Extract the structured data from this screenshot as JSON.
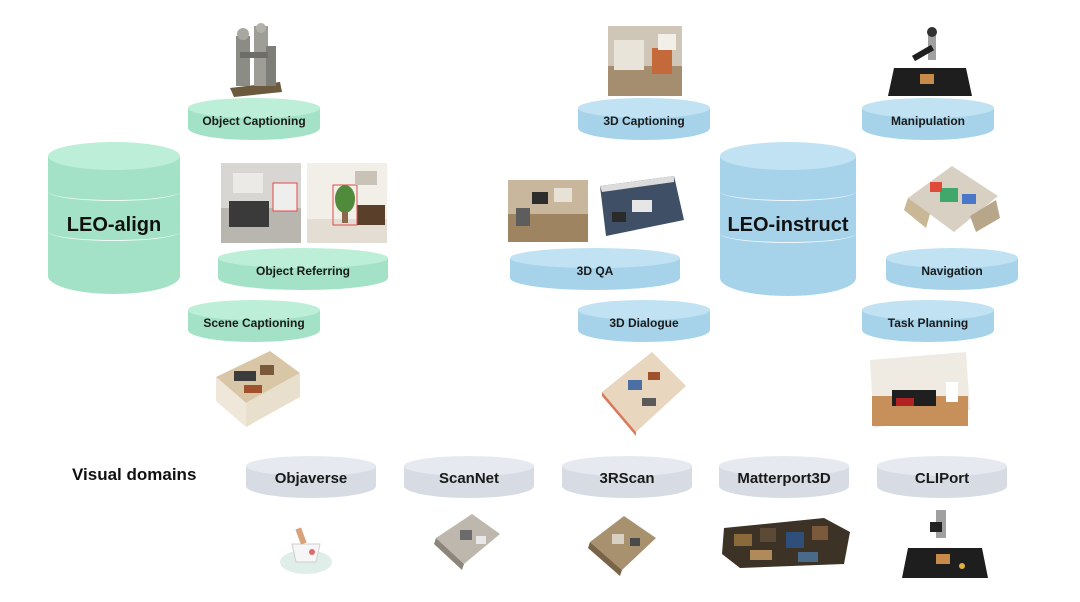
{
  "big_cylinders": {
    "align": "LEO-align",
    "instruct": "LEO-instruct"
  },
  "tasks": {
    "object_captioning": "Object Captioning",
    "object_referring": "Object Referring",
    "scene_captioning": "Scene Captioning",
    "captioning_3d": "3D Captioning",
    "qa_3d": "3D QA",
    "dialogue_3d": "3D Dialogue",
    "manipulation": "Manipulation",
    "navigation": "Navigation",
    "task_planning": "Task Planning"
  },
  "visual_domains": {
    "title": "Visual domains",
    "items": [
      "Objaverse",
      "ScanNet",
      "3RScan",
      "Matterport3D",
      "CLIPort"
    ]
  },
  "colors": {
    "align_green": "#a3e2c6",
    "instruct_blue": "#a6d3ea",
    "domain_gray": "#d7dbe4"
  }
}
